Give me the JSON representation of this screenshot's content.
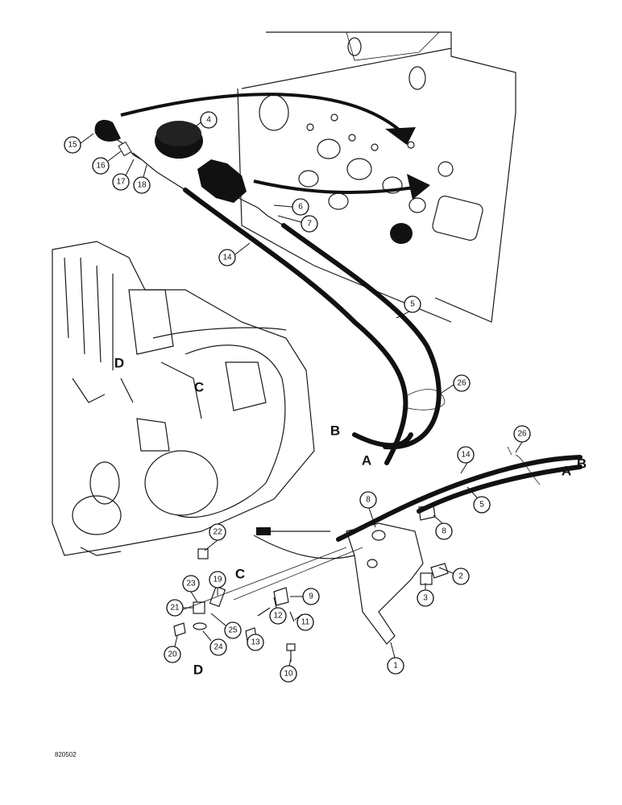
{
  "callouts": [
    {
      "label": "1"
    },
    {
      "label": "2"
    },
    {
      "label": "3"
    },
    {
      "label": "4"
    },
    {
      "label": "5"
    },
    {
      "label": "5"
    },
    {
      "label": "6"
    },
    {
      "label": "7"
    },
    {
      "label": "8"
    },
    {
      "label": "8"
    },
    {
      "label": "9"
    },
    {
      "label": "10"
    },
    {
      "label": "11"
    },
    {
      "label": "12"
    },
    {
      "label": "13"
    },
    {
      "label": "14"
    },
    {
      "label": "14"
    },
    {
      "label": "15"
    },
    {
      "label": "16"
    },
    {
      "label": "17"
    },
    {
      "label": "18"
    },
    {
      "label": "19"
    },
    {
      "label": "20"
    },
    {
      "label": "21"
    },
    {
      "label": "22"
    },
    {
      "label": "23"
    },
    {
      "label": "24"
    },
    {
      "label": "25"
    },
    {
      "label": "26"
    },
    {
      "label": "26"
    }
  ],
  "letters": [
    {
      "label": "A"
    },
    {
      "label": "B"
    },
    {
      "label": "A"
    },
    {
      "label": "B"
    },
    {
      "label": "C"
    },
    {
      "label": "D"
    },
    {
      "label": "C"
    },
    {
      "label": "D"
    }
  ],
  "reference_number": "820502"
}
